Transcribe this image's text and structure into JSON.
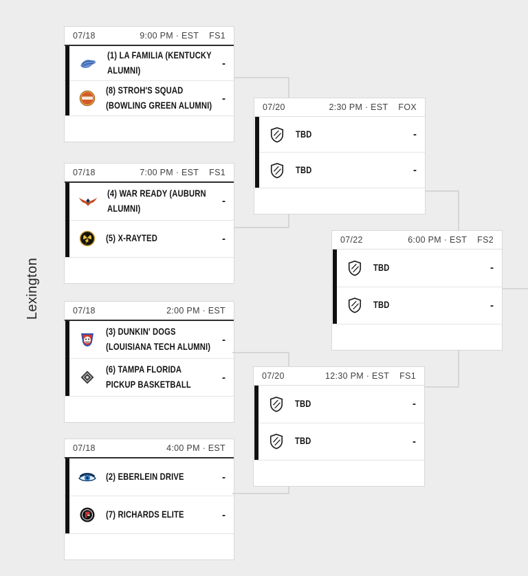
{
  "region": {
    "label": "Lexington"
  },
  "colors": {
    "background": "#ededed",
    "card_bg": "#ffffff",
    "card_border": "#d8d8d8",
    "accent_bar": "#101010",
    "connector": "#d6d6d6",
    "header_text": "#3f3f3f",
    "team_text": "#141414",
    "header_rule_dark": "#2c2c2c",
    "header_rule_light": "#dddddd"
  },
  "matches": [
    {
      "id": "r1m1",
      "round": "first",
      "date": "07/18",
      "time": "9:00 PM · EST",
      "network": "FS1",
      "teams": [
        {
          "name": "(1) LA FAMILIA (KENTUCKY ALUMNI)",
          "logo": "la-familia",
          "score": "-"
        },
        {
          "name": "(8) STROH'S SQUAD (BOWLING GREEN ALUMNI)",
          "logo": "strohs-squad",
          "score": "-"
        }
      ]
    },
    {
      "id": "r1m2",
      "round": "first",
      "date": "07/18",
      "time": "7:00 PM · EST",
      "network": "FS1",
      "teams": [
        {
          "name": "(4) WAR READY (AUBURN ALUMNI)",
          "logo": "war-ready",
          "score": "-"
        },
        {
          "name": "(5) X-RAYTED",
          "logo": "x-rayted",
          "score": "-"
        }
      ]
    },
    {
      "id": "r1m3",
      "round": "first",
      "date": "07/18",
      "time": "2:00 PM · EST",
      "network": "",
      "teams": [
        {
          "name": "(3) DUNKIN' DOGS (LOUISIANA TECH ALUMNI)",
          "logo": "dunkin-dogs",
          "score": "-"
        },
        {
          "name": "(6) TAMPA FLORIDA PICKUP BASKETBALL",
          "logo": "tampa-pickup",
          "score": "-"
        }
      ]
    },
    {
      "id": "r1m4",
      "round": "first",
      "date": "07/18",
      "time": "4:00 PM · EST",
      "network": "",
      "teams": [
        {
          "name": "(2) EBERLEIN DRIVE",
          "logo": "eberlein-drive",
          "score": "-"
        },
        {
          "name": "(7) RICHARDS ELITE",
          "logo": "richards-elite",
          "score": "-"
        }
      ]
    },
    {
      "id": "sf1",
      "round": "semifinal",
      "date": "07/20",
      "time": "2:30 PM · EST",
      "network": "FOX",
      "teams": [
        {
          "name": "TBD",
          "logo": "tbd-shield",
          "score": "-"
        },
        {
          "name": "TBD",
          "logo": "tbd-shield",
          "score": "-"
        }
      ]
    },
    {
      "id": "sf2",
      "round": "semifinal",
      "date": "07/20",
      "time": "12:30 PM · EST",
      "network": "FS1",
      "teams": [
        {
          "name": "TBD",
          "logo": "tbd-shield",
          "score": "-"
        },
        {
          "name": "TBD",
          "logo": "tbd-shield",
          "score": "-"
        }
      ]
    },
    {
      "id": "final",
      "round": "final",
      "date": "07/22",
      "time": "6:00 PM · EST",
      "network": "FS2",
      "teams": [
        {
          "name": "TBD",
          "logo": "tbd-shield",
          "score": "-"
        },
        {
          "name": "TBD",
          "logo": "tbd-shield",
          "score": "-"
        }
      ]
    }
  ]
}
